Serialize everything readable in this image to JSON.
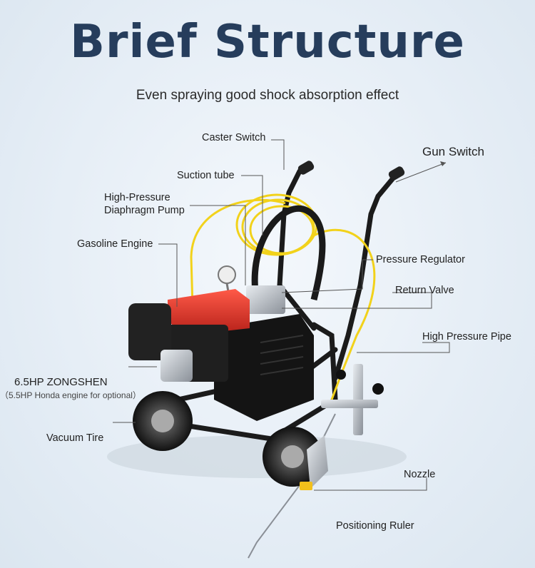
{
  "header": {
    "title": "Brief Structure",
    "subtitle": "Even spraying good shock absorption effect"
  },
  "callouts": {
    "caster_switch": "Caster Switch",
    "gun_switch": "Gun Switch",
    "suction_tube": "Suction tube",
    "pump_line1": "High-Pressure",
    "pump_line2": "Diaphragm Pump",
    "gasoline_engine": "Gasoline Engine",
    "pressure_regulator": "Pressure Regulator",
    "return_valve": "Return Valve",
    "high_pressure_pipe": "High Pressure Pipe",
    "engine_model": "6.5HP ZONGSHEN",
    "engine_option": "（5.5HP Honda engine for optional）",
    "vacuum_tire": "Vacuum Tire",
    "nozzle": "Nozzle",
    "positioning_ruler": "Positioning Ruler"
  },
  "colors": {
    "title": "#263d5c",
    "engine_red": "#d8322a",
    "hose_yellow": "#f2d21b",
    "frame_black": "#1b1b1b",
    "background": "#e6eef6"
  },
  "icons": [
    "road-marking-machine-illustration"
  ]
}
